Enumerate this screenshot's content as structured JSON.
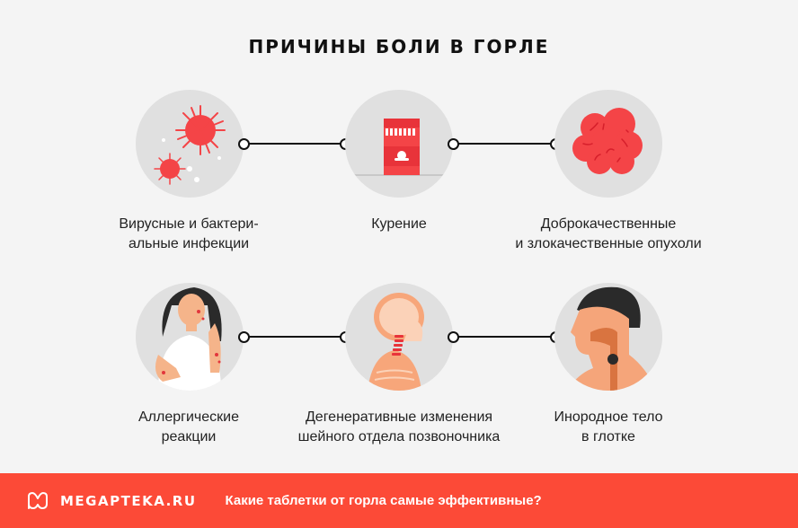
{
  "title": "ПРИЧИНЫ БОЛИ В ГОРЛЕ",
  "causes": [
    {
      "icon": "virus-icon",
      "line1": "Вирусные и бактери-",
      "line2": "альные инфекции"
    },
    {
      "icon": "cigarette-pack-icon",
      "line1": "Курение",
      "line2": ""
    },
    {
      "icon": "tumor-icon",
      "line1": "Доброкачественные",
      "line2": "и злокачественные опухоли"
    },
    {
      "icon": "allergy-woman-icon",
      "line1": "Аллергические",
      "line2": "реакции"
    },
    {
      "icon": "cervical-spine-icon",
      "line1": "Дегенеративные изменения",
      "line2": "шейного отдела позвоночника"
    },
    {
      "icon": "foreign-body-throat-icon",
      "line1": "Инородное тело",
      "line2": "в глотке"
    }
  ],
  "footer": {
    "brand": "MEGAPTEKA.RU",
    "link": "Какие таблетки от горла самые эффективные?"
  },
  "colors": {
    "accent": "#fc4a37",
    "background": "#f4f4f4",
    "circle": "#e0e0e0",
    "illustration_red": "#f44447"
  }
}
